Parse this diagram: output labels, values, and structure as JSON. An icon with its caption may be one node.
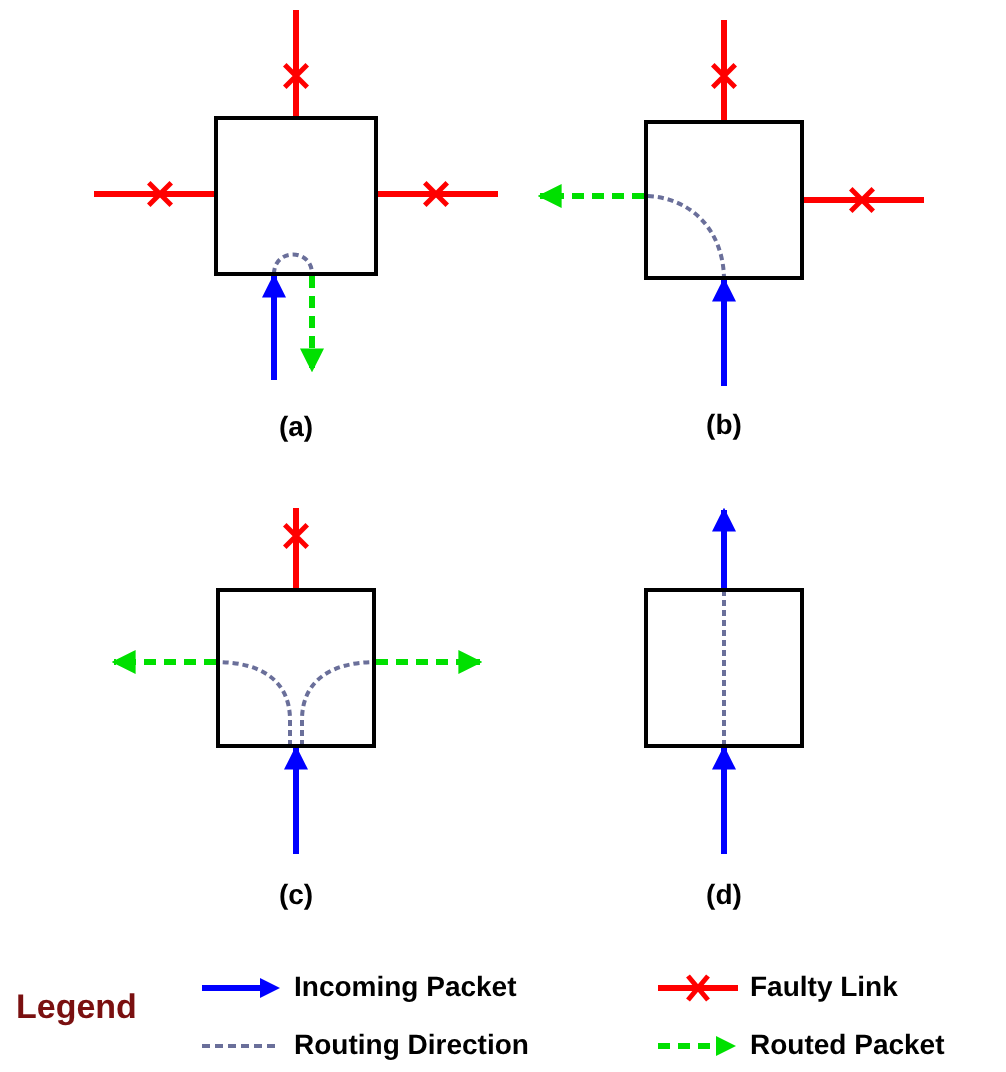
{
  "diagram": {
    "nodes": [
      {
        "text": [],
        "shape": "box"
      },
      {
        "text": [],
        "shape": "box"
      },
      {
        "text": [],
        "shape": "box"
      },
      {
        "text": [],
        "shape": "box"
      }
    ],
    "edges": [
      {
        "from": 0,
        "to": null,
        "arrow": "none",
        "color": "#ff0000"
      },
      {
        "from": 0,
        "to": null,
        "arrow": "none",
        "color": "#ff0000"
      },
      {
        "from": 0,
        "to": null,
        "arrow": "none",
        "color": "#ff0000"
      },
      {
        "from": null,
        "to": 0,
        "arrow": "to",
        "color": "#0000ff"
      },
      {
        "from": 0,
        "to": null,
        "arrow": "to",
        "style": "dashed",
        "color": "#00e000"
      },
      {
        "from": 1,
        "to": null,
        "arrow": "none",
        "color": "#ff0000"
      },
      {
        "from": 1,
        "to": null,
        "arrow": "none",
        "color": "#ff0000"
      },
      {
        "from": null,
        "to": 1,
        "arrow": "to",
        "color": "#0000ff"
      },
      {
        "from": 1,
        "to": null,
        "arrow": "to",
        "style": "dashed",
        "color": "#00e000"
      },
      {
        "from": 2,
        "to": null,
        "arrow": "none",
        "color": "#ff0000"
      },
      {
        "from": null,
        "to": 2,
        "arrow": "to",
        "color": "#0000ff"
      },
      {
        "from": 2,
        "to": null,
        "arrow": "to",
        "style": "dashed",
        "color": "#00e000"
      },
      {
        "from": 2,
        "to": null,
        "arrow": "to",
        "style": "dashed",
        "color": "#00e000"
      },
      {
        "from": null,
        "to": 3,
        "arrow": "to",
        "color": "#0000ff"
      },
      {
        "from": 3,
        "to": null,
        "arrow": "to",
        "color": "#0000ff"
      }
    ],
    "labels": [
      "(a)",
      "(b)",
      "(c)",
      "(d)",
      "Legend"
    ],
    "legend": [
      {
        "text": "Incoming Packet"
      },
      {
        "text": "Faulty Link"
      },
      {
        "text": "Routing Direction"
      },
      {
        "text": "Routed Packet"
      }
    ]
  }
}
